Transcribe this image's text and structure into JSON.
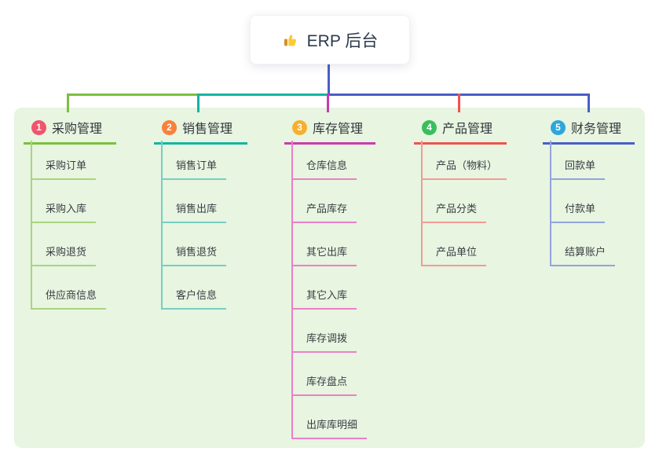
{
  "root": {
    "title": "ERP 后台",
    "icon": "thumbs-up-icon"
  },
  "canvas": {
    "panel_bg": "#e7f5e1",
    "trunk_color": "#4a5ec6"
  },
  "branches": [
    {
      "badge": "1",
      "label": "采购管理",
      "color": "#7cbf3f",
      "light_color": "#a9d47e",
      "badge_color": "#f1556c",
      "children": [
        "采购订单",
        "采购入库",
        "采购退货",
        "供应商信息"
      ]
    },
    {
      "badge": "2",
      "label": "销售管理",
      "color": "#13b5a0",
      "light_color": "#77cec2",
      "badge_color": "#f9813d",
      "children": [
        "销售订单",
        "销售出库",
        "销售退货",
        "客户信息"
      ]
    },
    {
      "badge": "3",
      "label": "库存管理",
      "color": "#c93bad",
      "light_color": "#e981c6",
      "badge_color": "#f7af2f",
      "children": [
        "仓库信息",
        "产品库存",
        "其它出库",
        "其它入库",
        "库存调拨",
        "库存盘点",
        "出库库明细"
      ]
    },
    {
      "badge": "4",
      "label": "产品管理",
      "color": "#ef5350",
      "light_color": "#f29b96",
      "badge_color": "#3bbd5e",
      "children": [
        "产品（物料）",
        "产品分类",
        "产品单位"
      ]
    },
    {
      "badge": "5",
      "label": "财务管理",
      "color": "#4a5ec6",
      "light_color": "#92a5dc",
      "badge_color": "#2ea6dc",
      "children": [
        "回款单",
        "付款单",
        "结算账户"
      ]
    }
  ]
}
